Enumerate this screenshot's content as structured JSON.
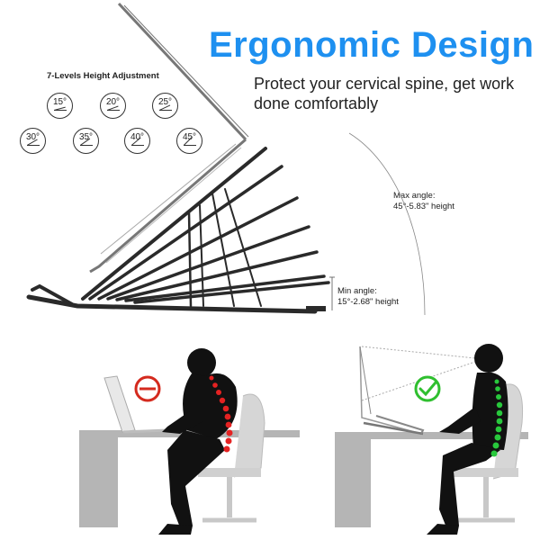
{
  "headline": "Ergonomic Design",
  "tagline": "Protect your cervical spine, get work done comfortably",
  "levels": {
    "title": "7-Levels Height Adjustment",
    "angles": [
      "15°",
      "20°",
      "25°",
      "30°",
      "35°",
      "40°",
      "45°"
    ]
  },
  "max_spec": {
    "label": "Max angle:",
    "value": "45°-5.83\"  height"
  },
  "min_spec": {
    "label": "Min angle:",
    "value": "15°-2.68\"   height"
  },
  "comparison": {
    "bad_icon": "no-entry-icon",
    "good_icon": "checkmark-icon"
  },
  "colors": {
    "headline": "#1e90f0",
    "bad_spine": "#e52222",
    "good_spine": "#28c83c",
    "bad_badge": "#d42a1e",
    "good_badge": "#2fbf2f"
  }
}
